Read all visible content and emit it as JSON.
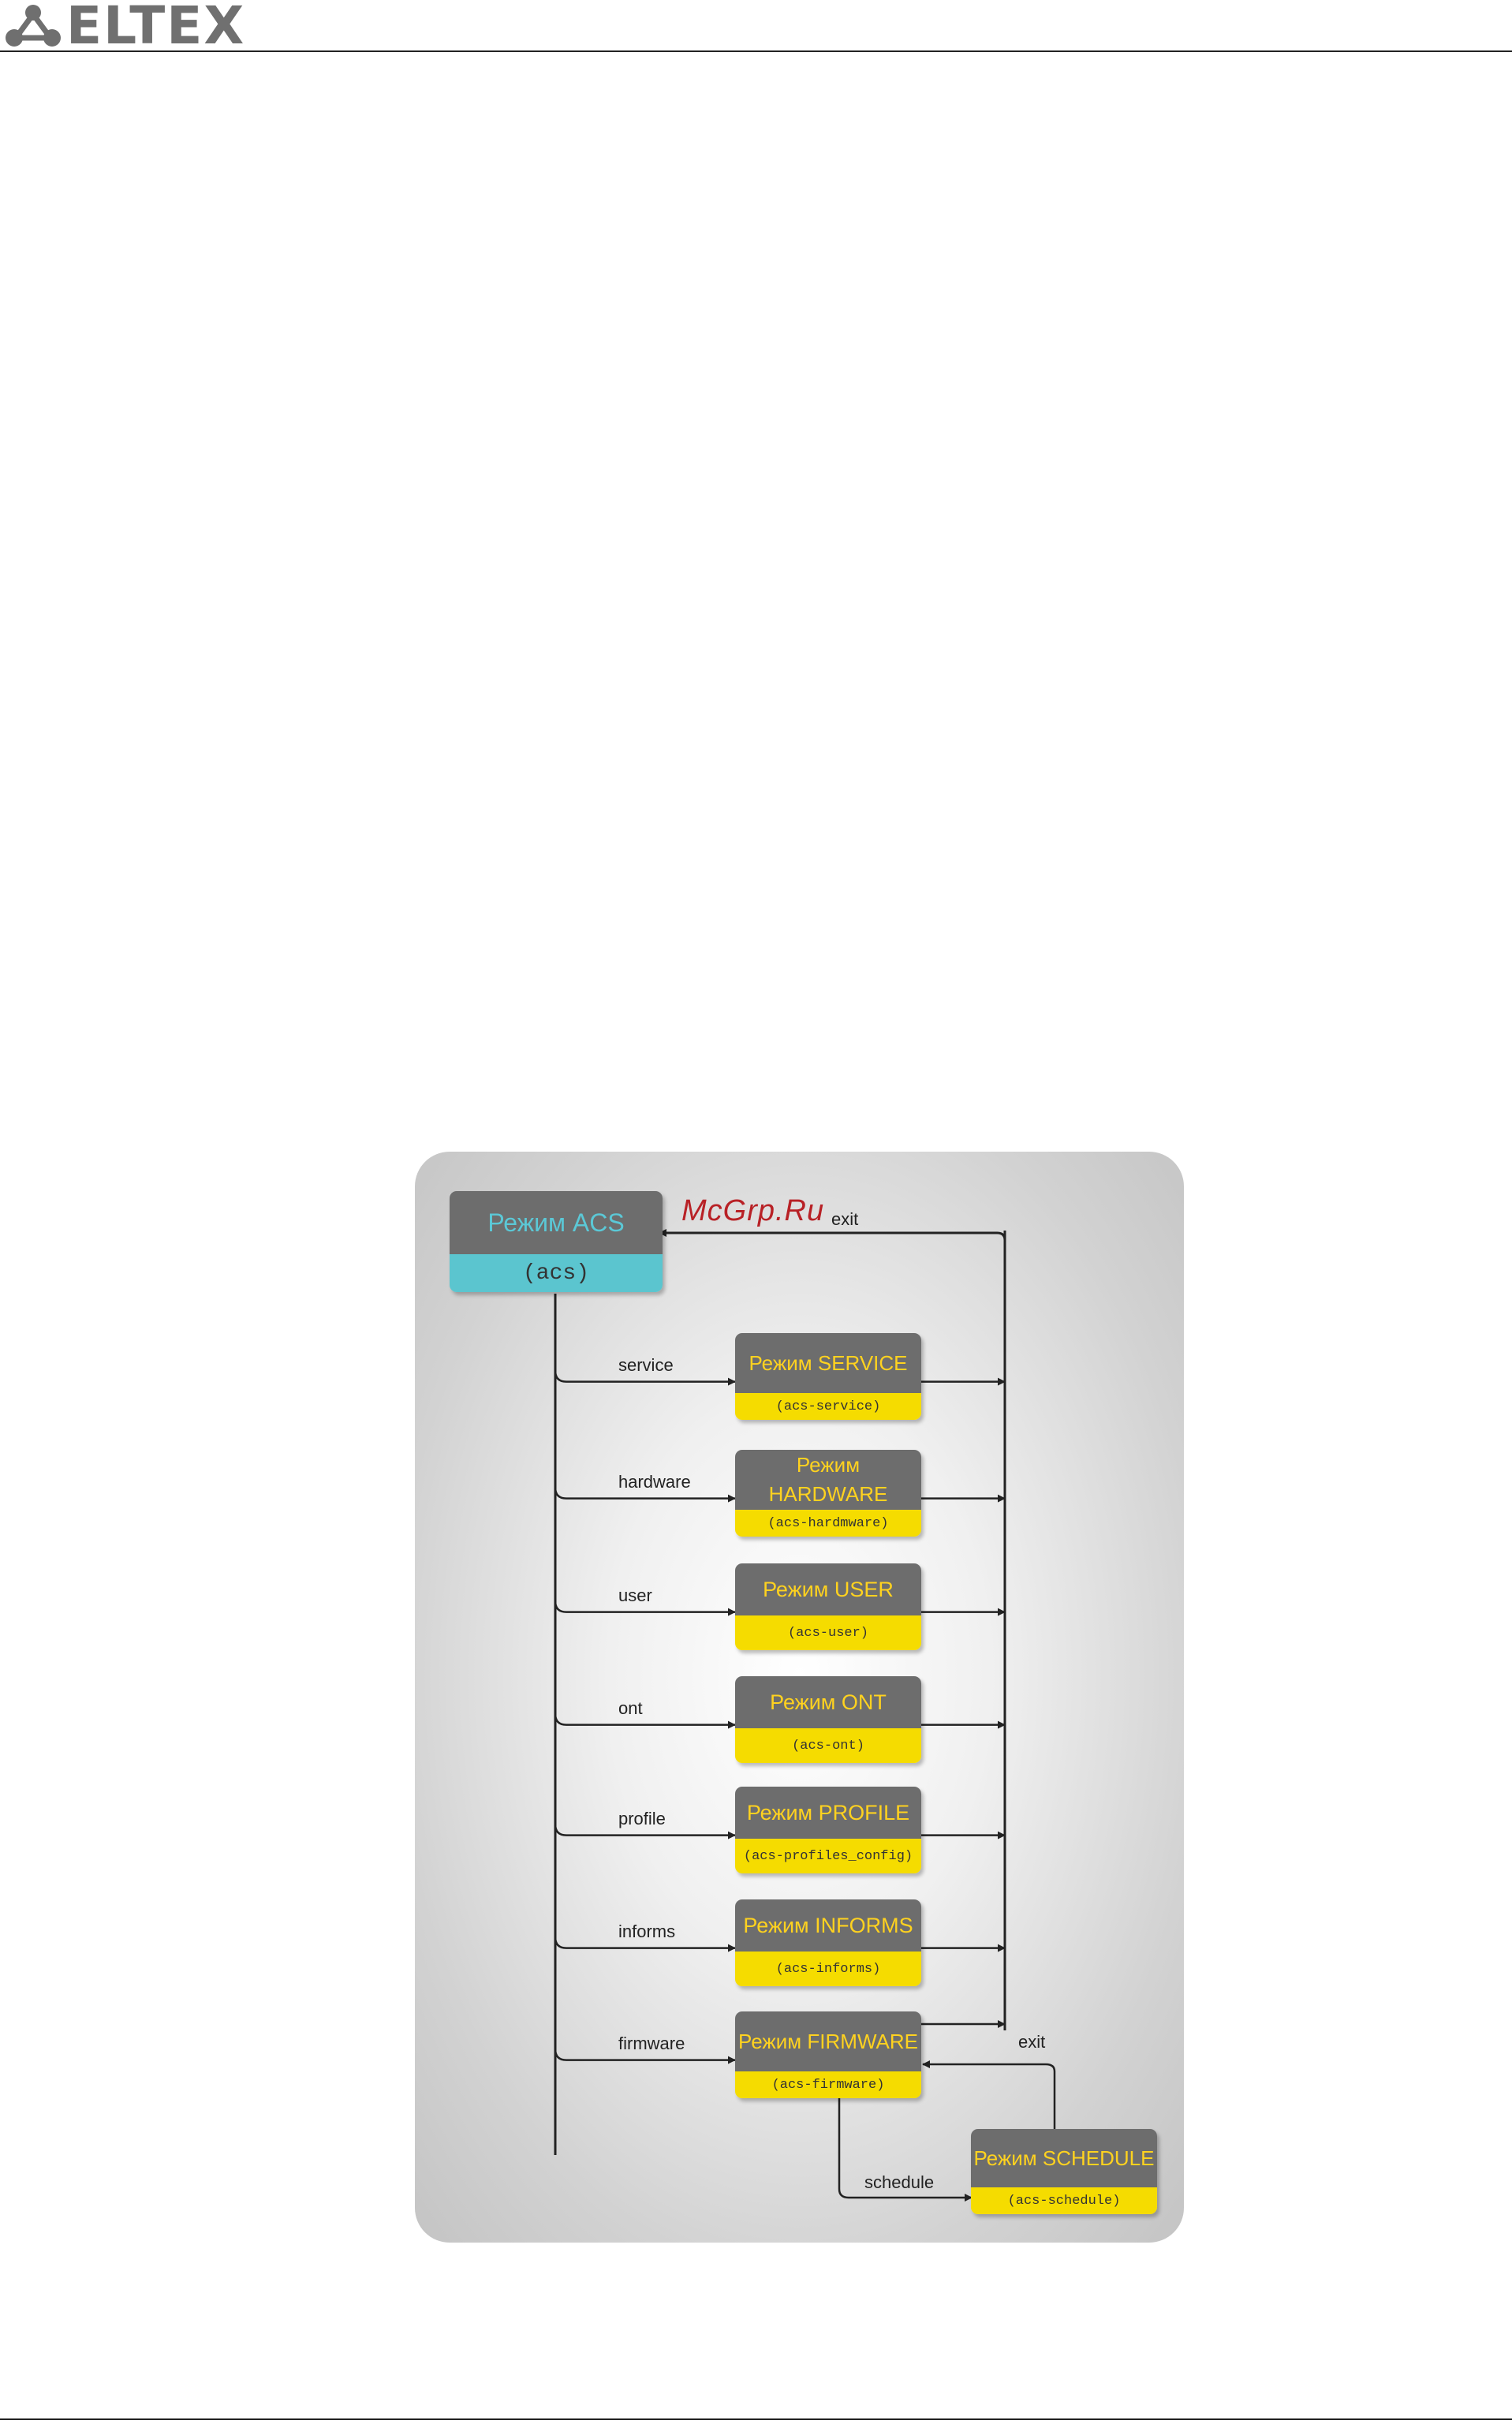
{
  "header": {
    "logo_text": "ELTEX"
  },
  "watermark": "McGrp.Ru",
  "root": {
    "title": "Режим ACS",
    "command": "(acs)"
  },
  "modes": [
    {
      "key": "service",
      "title": "Режим SERVICE",
      "command": "(acs-service)",
      "link_label": "service"
    },
    {
      "key": "hardware",
      "title": "Режим HARDWARE",
      "command": "(acs-hardmware)",
      "link_label": "hardware"
    },
    {
      "key": "user",
      "title": "Режим USER",
      "command": "(acs-user)",
      "link_label": "user"
    },
    {
      "key": "ont",
      "title": "Режим ONT",
      "command": "(acs-ont)",
      "link_label": "ont"
    },
    {
      "key": "profile",
      "title": "Режим PROFILE",
      "command": "(acs-profiles_config)",
      "link_label": "profile"
    },
    {
      "key": "informs",
      "title": "Режим INFORMS",
      "command": "(acs-informs)",
      "link_label": "informs"
    },
    {
      "key": "firmware",
      "title": "Режим FIRMWARE",
      "command": "(acs-firmware)",
      "link_label": "firmware"
    }
  ],
  "schedule": {
    "title": "Режим SCHEDULE",
    "command": "(acs-schedule)",
    "link_label": "schedule"
  },
  "exit_labels": {
    "main": "exit",
    "schedule": "exit"
  },
  "colors": {
    "box_header": "#6d6d6d",
    "mode_text": "#ffd21f",
    "mode_footer": "#f5dc00",
    "root_footer": "#5bc5cf",
    "root_text": "#5bc8d6"
  }
}
